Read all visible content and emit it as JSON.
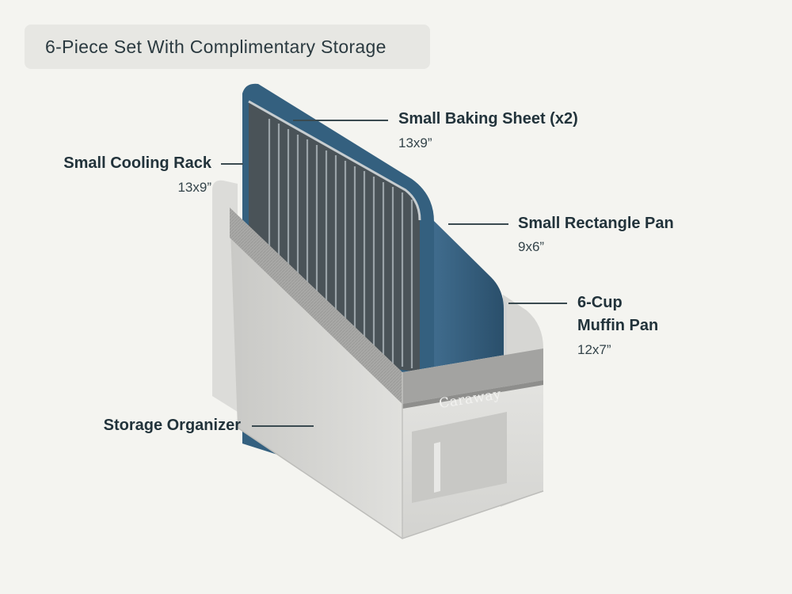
{
  "header": {
    "title": "6-Piece Set With Complimentary Storage"
  },
  "callouts": {
    "baking_sheet": {
      "name": "Small Baking Sheet (x2)",
      "size": "13x9”"
    },
    "cooling_rack": {
      "name": "Small Cooling Rack",
      "size": "13x9”"
    },
    "rectangle_pan": {
      "name": "Small Rectangle Pan",
      "size": "9x6”"
    },
    "muffin_pan": {
      "name_line1": "6-Cup",
      "name_line2": "Muffin Pan",
      "size": "12x7”"
    },
    "storage": {
      "name": "Storage Organizer"
    }
  },
  "brand": {
    "logo_text": "Caraway"
  },
  "colors": {
    "background": "#f4f4f0",
    "pan_blue": "#355f7e",
    "organizer_gray": "#d9d9d6",
    "text": "#22333b"
  }
}
